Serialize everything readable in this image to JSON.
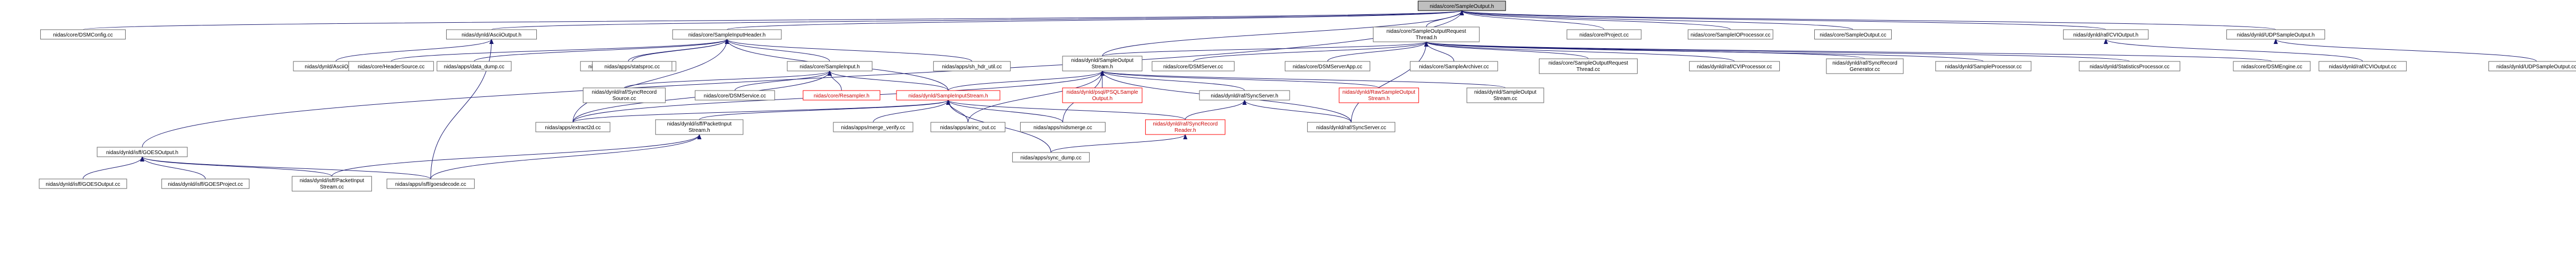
{
  "graph": {
    "root": "n0",
    "colors": {
      "edge": "#191970",
      "root_fill": "#bfbfbf",
      "node_border": "#666666",
      "missing_border": "#ff0000"
    },
    "nodes": [
      {
        "id": "n0",
        "lines": [
          "nidas/core/SampleOutput.h"
        ],
        "root": true
      },
      {
        "id": "n1",
        "lines": [
          "nidas/core/DSMConfig.cc"
        ]
      },
      {
        "id": "n2",
        "lines": [
          "nidas/dynld/AsciiOutput.h"
        ]
      },
      {
        "id": "n3",
        "lines": [
          "nidas/core/SampleInputHeader.h"
        ]
      },
      {
        "id": "n4",
        "lines": [
          "nidas/core/SampleOutputRequest",
          "Thread.h"
        ]
      },
      {
        "id": "n5",
        "lines": [
          "nidas/core/Project.cc"
        ]
      },
      {
        "id": "n6",
        "lines": [
          "nidas/core/SampleIOProcessor.cc"
        ]
      },
      {
        "id": "n7",
        "lines": [
          "nidas/core/SampleOutput.cc"
        ]
      },
      {
        "id": "n8",
        "lines": [
          "nidas/dynld/raf/CVIOutput.h"
        ]
      },
      {
        "id": "n9",
        "lines": [
          "nidas/dynld/UDPSampleOutput.h"
        ]
      },
      {
        "id": "n10",
        "lines": [
          "nidas/dynld/AsciiOutput.cc"
        ]
      },
      {
        "id": "n11",
        "lines": [
          "nidas/core/HeaderSource.cc"
        ]
      },
      {
        "id": "n12",
        "lines": [
          "nidas/apps/data_dump.cc"
        ]
      },
      {
        "id": "n13",
        "lines": [
          "nidas/core/SampleInputHeader.cc"
        ]
      },
      {
        "id": "n14",
        "lines": [
          "nidas/core/SampleInput.h"
        ]
      },
      {
        "id": "n15",
        "lines": [
          "nidas/apps/statsproc.cc"
        ]
      },
      {
        "id": "n16",
        "lines": [
          "nidas/apps/sh_hdr_util.cc"
        ]
      },
      {
        "id": "n17",
        "lines": [
          "nidas/dynld/SampleOutput",
          "Stream.h"
        ]
      },
      {
        "id": "n18",
        "lines": [
          "nidas/core/DSMServer.cc"
        ]
      },
      {
        "id": "n19",
        "lines": [
          "nidas/core/DSMServerApp.cc"
        ]
      },
      {
        "id": "n20",
        "lines": [
          "nidas/core/SampleArchiver.cc"
        ]
      },
      {
        "id": "n21",
        "lines": [
          "nidas/core/SampleOutputRequest",
          "Thread.cc"
        ]
      },
      {
        "id": "n22",
        "lines": [
          "nidas/dynld/raf/CVIProcessor.cc"
        ]
      },
      {
        "id": "n23",
        "lines": [
          "nidas/dynld/raf/SyncRecord",
          "Generator.cc"
        ]
      },
      {
        "id": "n24",
        "lines": [
          "nidas/dynld/SampleProcessor.cc"
        ]
      },
      {
        "id": "n25",
        "lines": [
          "nidas/dynld/StatisticsProcessor.cc"
        ]
      },
      {
        "id": "n26",
        "lines": [
          "nidas/core/DSMEngine.cc"
        ]
      },
      {
        "id": "n27",
        "lines": [
          "nidas/dynld/raf/CVIOutput.cc"
        ]
      },
      {
        "id": "n28",
        "lines": [
          "nidas/dynld/UDPSampleOutput.cc"
        ]
      },
      {
        "id": "n29",
        "lines": [
          "nidas/dynld/isff/GOESOutput.h"
        ]
      },
      {
        "id": "n30",
        "lines": [
          "nidas/dynld/raf/SyncRecord",
          "Source.cc"
        ]
      },
      {
        "id": "n31",
        "lines": [
          "nidas/core/DSMService.cc"
        ]
      },
      {
        "id": "n32",
        "lines": [
          "nidas/core/Resampler.h"
        ],
        "missing": true
      },
      {
        "id": "n33",
        "lines": [
          "nidas/dynld/SampleInputStream.h"
        ],
        "missing": true
      },
      {
        "id": "n34",
        "lines": [
          "nidas/dynld/psql/PSQLSample",
          "Output.h"
        ],
        "missing": true
      },
      {
        "id": "n35",
        "lines": [
          "nidas/dynld/raf/SyncServer.h"
        ]
      },
      {
        "id": "n36",
        "lines": [
          "nidas/dynld/RawSampleOutput",
          "Stream.h"
        ],
        "missing": true
      },
      {
        "id": "n37",
        "lines": [
          "nidas/dynld/SampleOutput",
          "Stream.cc"
        ]
      },
      {
        "id": "n38",
        "lines": [
          "nidas/apps/extract2d.cc"
        ]
      },
      {
        "id": "n39",
        "lines": [
          "nidas/dynld/isff/PacketInput",
          "Stream.h"
        ]
      },
      {
        "id": "n40",
        "lines": [
          "nidas/apps/merge_verify.cc"
        ]
      },
      {
        "id": "n41",
        "lines": [
          "nidas/apps/arinc_out.cc"
        ]
      },
      {
        "id": "n42",
        "lines": [
          "nidas/apps/nidsmerge.cc"
        ]
      },
      {
        "id": "n43",
        "lines": [
          "nidas/dynld/raf/SyncRecord",
          "Reader.h"
        ],
        "missing": true
      },
      {
        "id": "n44",
        "lines": [
          "nidas/dynld/raf/SyncServer.cc"
        ]
      },
      {
        "id": "n45",
        "lines": [
          "nidas/dynld/isff/GOESOutput.cc"
        ]
      },
      {
        "id": "n46",
        "lines": [
          "nidas/dynld/isff/GOESProject.cc"
        ]
      },
      {
        "id": "n47",
        "lines": [
          "nidas/dynld/isff/PacketInput",
          "Stream.cc"
        ]
      },
      {
        "id": "n48",
        "lines": [
          "nidas/apps/isff/goesdecode.cc"
        ]
      },
      {
        "id": "n49",
        "lines": [
          "nidas/apps/sync_dump.cc"
        ]
      }
    ],
    "edges": [
      [
        "n0",
        "n1"
      ],
      [
        "n0",
        "n2"
      ],
      [
        "n0",
        "n3"
      ],
      [
        "n0",
        "n4"
      ],
      [
        "n0",
        "n5"
      ],
      [
        "n0",
        "n6"
      ],
      [
        "n0",
        "n7"
      ],
      [
        "n0",
        "n8"
      ],
      [
        "n0",
        "n9"
      ],
      [
        "n0",
        "n17"
      ],
      [
        "n0",
        "n29"
      ],
      [
        "n2",
        "n10"
      ],
      [
        "n2",
        "n48"
      ],
      [
        "n3",
        "n11"
      ],
      [
        "n3",
        "n12"
      ],
      [
        "n3",
        "n13"
      ],
      [
        "n3",
        "n14"
      ],
      [
        "n3",
        "n15"
      ],
      [
        "n3",
        "n16"
      ],
      [
        "n3",
        "n33"
      ],
      [
        "n3",
        "n38"
      ],
      [
        "n4",
        "n18"
      ],
      [
        "n4",
        "n19"
      ],
      [
        "n4",
        "n20"
      ],
      [
        "n4",
        "n21"
      ],
      [
        "n4",
        "n22"
      ],
      [
        "n4",
        "n23"
      ],
      [
        "n4",
        "n24"
      ],
      [
        "n4",
        "n25"
      ],
      [
        "n4",
        "n26"
      ],
      [
        "n4",
        "n17"
      ],
      [
        "n4",
        "n44"
      ],
      [
        "n8",
        "n27"
      ],
      [
        "n9",
        "n28"
      ],
      [
        "n14",
        "n30"
      ],
      [
        "n14",
        "n31"
      ],
      [
        "n14",
        "n32"
      ],
      [
        "n14",
        "n33"
      ],
      [
        "n14",
        "n38"
      ],
      [
        "n17",
        "n33"
      ],
      [
        "n17",
        "n34"
      ],
      [
        "n17",
        "n35"
      ],
      [
        "n17",
        "n36"
      ],
      [
        "n17",
        "n37"
      ],
      [
        "n17",
        "n41"
      ],
      [
        "n17",
        "n42"
      ],
      [
        "n17",
        "n38"
      ],
      [
        "n17",
        "n44"
      ],
      [
        "n33",
        "n38"
      ],
      [
        "n33",
        "n39"
      ],
      [
        "n33",
        "n40"
      ],
      [
        "n33",
        "n41"
      ],
      [
        "n33",
        "n42"
      ],
      [
        "n33",
        "n43"
      ],
      [
        "n33",
        "n49"
      ],
      [
        "n35",
        "n43"
      ],
      [
        "n35",
        "n44"
      ],
      [
        "n39",
        "n47"
      ],
      [
        "n39",
        "n48"
      ],
      [
        "n43",
        "n49"
      ],
      [
        "n29",
        "n45"
      ],
      [
        "n29",
        "n46"
      ],
      [
        "n29",
        "n47"
      ],
      [
        "n29",
        "n48"
      ]
    ]
  }
}
